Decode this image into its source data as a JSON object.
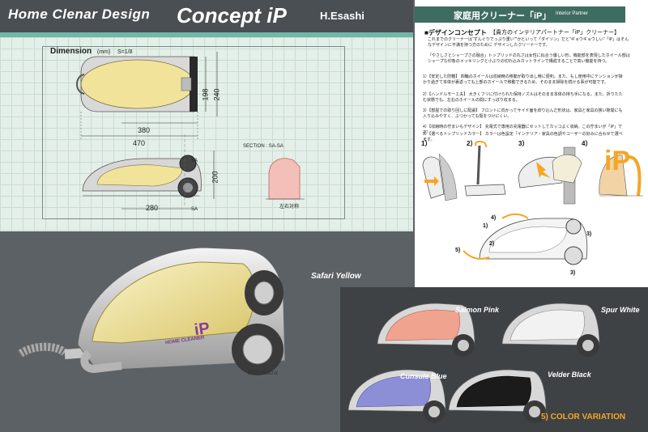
{
  "header": {
    "title": "Home Clenar Design",
    "concept": "Concept iP",
    "author": "H.Esashi"
  },
  "dimension": {
    "label": "Dimension",
    "unit": "(mm)",
    "scale": "S=1/8",
    "values": [
      "380",
      "470",
      "198",
      "240",
      "200",
      "280"
    ],
    "section_label": "SECTION",
    "section_name": "SA-SA",
    "marker": "SA",
    "note": "左右対称"
  },
  "text_panel": {
    "heading": "家庭用クリーナー「iP」",
    "heading_sub": "Interior Partner",
    "section_title": "■デザインコンセプト",
    "section_sub": "【貴方のインテリアパートナー「iP」クリーナー】",
    "intro": "これまでのクリーナーは\"ずんぐりでっぷり重い\"\"かといって「ダイソン」だと\"ギョウギョウしい\"「iP」はそんなデザインに不満を持つ方のために デザインしたクリーナーです。",
    "intro2": "「やさしさとシャープさの融合」トップリッドの丸さは女性に似合う優しい形。機能部を表現したホイール部はシャープな印象のメッキリングと小ぶりの切れ込みカットラインで構成することで高い機能を持つ。",
    "points": [
      {
        "num": "1）",
        "title": "【安定した防轍】",
        "text": "四輪のホイールは収納時の移動が取り出し時に便利。また、もし使用中にテンションが掛かり過ぎて本体が裏返っても上部のホイールで移動できるため、そのまま掃除を続ける事が可能です。"
      },
      {
        "num": "2）",
        "title": "【ハンドルモーエ夫】",
        "text": "大きくフリに付けられた保持ノズルはそのまま本体の持ち手になる。また、折りたたむ状態でも、左右のホイールの間にすっぽり収まる。"
      },
      {
        "num": "3）",
        "title": "【部屋での取り回しに配慮】",
        "text": "フロントに向かってサイド面を絞り込んだ形状は、家具と家具の狭い隙間にも入り込みやすく、ぶつかっても傷をつけにくい。"
      },
      {
        "num": "4）",
        "title": "【収納時の佇まいもデザイン】",
        "text": "充電式で専用の充電器にセットしてカッコよく収納。この佇まいが「iP」です!"
      },
      {
        "num": "5）",
        "title": "【選べるトップリッドカラー】",
        "text": "カラーは色設定「インテリア・家具の色調やユーザーの好みに合わせて選べます。"
      }
    ],
    "step_labels": [
      "1）",
      "2）",
      "3）",
      "4）"
    ],
    "big_mark": "iP",
    "callouts": [
      "4)",
      "1)",
      "3)",
      "2)",
      "5)",
      "3)"
    ]
  },
  "product": {
    "brand": "HOME CLEANER",
    "mark": "iP",
    "main_color": "Safari Yellow",
    "signature": "Hirokazu"
  },
  "variations": {
    "title": "5) COLOR VARIATION",
    "items": [
      {
        "name": "Salmon Pink",
        "color": "#f0a38f"
      },
      {
        "name": "Spur White",
        "color": "#f2f2f2"
      },
      {
        "name": "Cunsule Blue",
        "color": "#8c8fd6"
      },
      {
        "name": "Velder Black",
        "color": "#1b1b1b"
      }
    ]
  },
  "colors": {
    "accent": "#3f6c60",
    "orange": "#f5a623",
    "yellow": "#f1e39a"
  }
}
